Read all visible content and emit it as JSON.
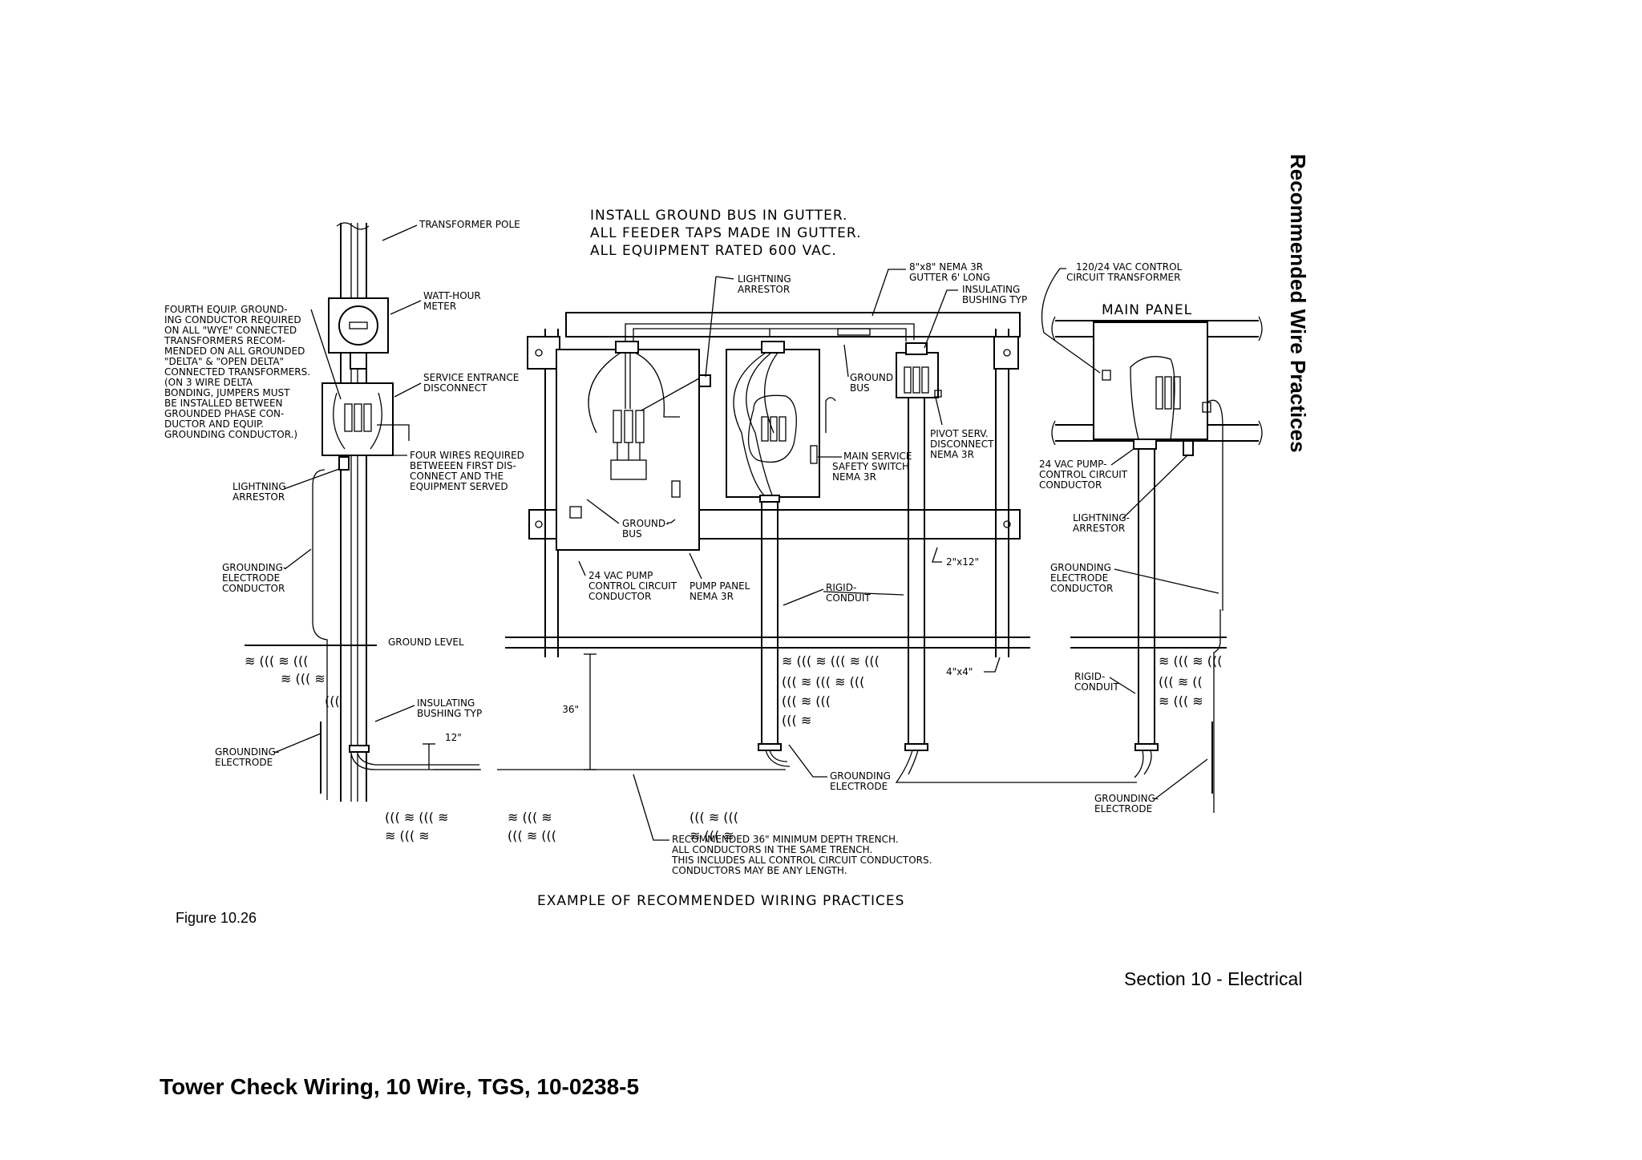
{
  "page": {
    "figure_label": "Figure 10.26",
    "section_label": "Section 10 - Electrical",
    "title": "Tower Check Wiring, 10 Wire, TGS, 10-0238-5",
    "side_title": "Recommended Wire Practices"
  },
  "diagram": {
    "header_notes": [
      "INSTALL GROUND BUS IN GUTTER.",
      "ALL FEEDER TAPS MADE IN GUTTER.",
      "ALL EQUIPMENT RATED 600 VAC."
    ],
    "caption": "EXAMPLE OF RECOMMENDED WIRING PRACTICES",
    "fourth_equip_note": [
      "FOURTH EQUIP. GROUND-",
      "ING CONDUCTOR REQUIRED",
      "ON ALL \"WYE\" CONNECTED",
      "TRANSFORMERS RECOM-",
      "MENDED ON ALL GROUNDED",
      "\"DELTA\" & \"OPEN DELTA\"",
      "CONNECTED TRANSFORMERS.",
      "(ON 3 WIRE DELTA",
      "BONDING, JUMPERS MUST",
      "BE INSTALLED BETWEEN",
      "GROUNDED PHASE CON-",
      "DUCTOR AND EQUIP.",
      "GROUNDING CONDUCTOR.)"
    ],
    "transformer_pole": "TRANSFORMER POLE",
    "watt_hour_meter": [
      "WATT-HOUR",
      "METER"
    ],
    "service_entrance_disconnect": [
      "SERVICE ENTRANCE",
      "DISCONNECT"
    ],
    "four_wires_note": [
      "FOUR WIRES REQUIRED",
      "BETWEEEN FIRST DIS-",
      "CONNECT AND THE",
      "EQUIPMENT SERVED"
    ],
    "lightning_arrestor": [
      "LIGHTNING",
      "ARRESTOR"
    ],
    "lightning_arrestor_dash": [
      "LIGHTNING-",
      "ARRESTOR"
    ],
    "grounding_electrode_conductor_left": [
      "GROUNDING-",
      "ELECTRODE",
      "CONDUCTOR"
    ],
    "grounding_electrode_conductor_right": [
      "GROUNDING",
      "ELECTRODE",
      "CONDUCTOR"
    ],
    "ground_level": "GROUND LEVEL",
    "insulating_bushing_typ": [
      "INSULATING",
      "BUSHING TYP"
    ],
    "twelve_inch": "12\"",
    "grounding_electrode_dash": [
      "GROUNDING-",
      "ELECTRODE"
    ],
    "grounding_electrode_right": [
      "GROUNDING-",
      "ELECTRODE"
    ],
    "grounding_electrode_center": [
      "GROUNDING",
      "ELECTRODE"
    ],
    "thirty_six_inch": "36\"",
    "ground_bus_pump": [
      "GROUND-",
      "BUS"
    ],
    "pump_control_conductor": [
      "24 VAC PUMP",
      "CONTROL CIRCUIT",
      "CONDUCTOR"
    ],
    "pump_panel": [
      "PUMP PANEL",
      "NEMA 3R"
    ],
    "rigid_conduit": [
      "RIGID-",
      "CONDUIT"
    ],
    "rigid_conduit_right": [
      "RIGID-",
      "CONDUIT"
    ],
    "gutter": [
      "8\"x8\" NEMA 3R",
      "GUTTER 6' LONG"
    ],
    "insulating_bushing_gutter": [
      "INSULATING",
      "BUSHING TYP"
    ],
    "ground_bus_gutter": [
      "GROUND",
      "BUS"
    ],
    "main_service_switch": [
      "MAIN SERVICE",
      "SAFETY SWITCH",
      "NEMA 3R"
    ],
    "pivot_disconnect": [
      "PIVOT SERV.",
      "DISCONNECT",
      "NEMA 3R"
    ],
    "two_by_twelve": "2\"x12\"",
    "four_by_four": "4\"x4\"",
    "control_transformer": [
      "120/24 VAC CONTROL",
      "CIRCUIT TRANSFORMER"
    ],
    "main_panel": "MAIN PANEL",
    "pump_control_conductor_right": [
      "24 VAC PUMP-",
      "CONTROL CIRCUIT",
      "CONDUCTOR"
    ],
    "trench_note": [
      "RECOMMENDED 36\" MINIMUM DEPTH TRENCH.",
      "ALL CONDUCTORS IN THE SAME TRENCH.",
      "THIS INCLUDES ALL CONTROL CIRCUIT CONDUCTORS.",
      "CONDUCTORS MAY BE ANY LENGTH."
    ]
  }
}
